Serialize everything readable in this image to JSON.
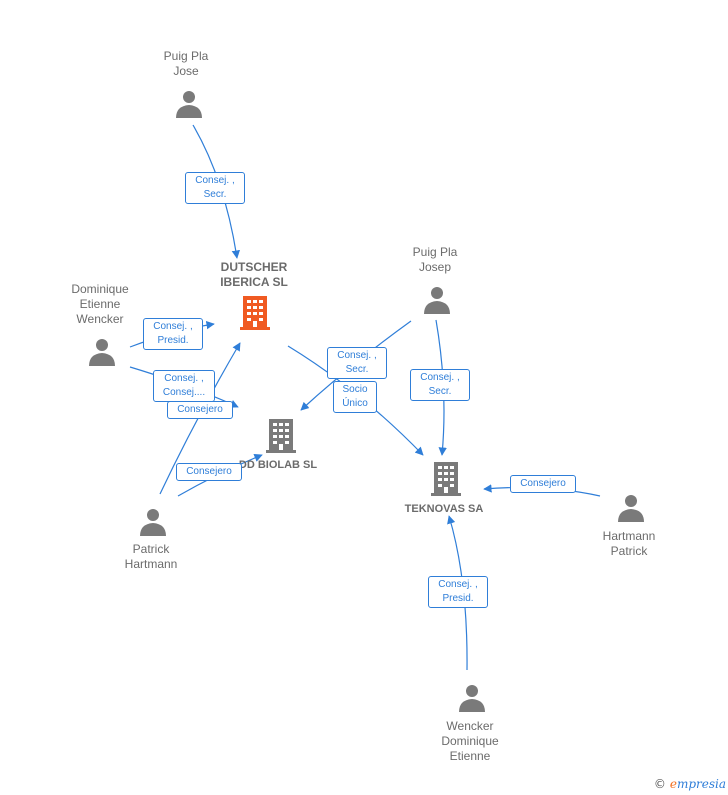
{
  "colors": {
    "edge": "#2f7ed8",
    "person": "#7a7a7a",
    "company": "#7a7a7a",
    "company_highlight": "#f05a22",
    "label_text": "#6b6b6b"
  },
  "people": [
    {
      "id": "p_jose",
      "name": "Puig Pla\nJose"
    },
    {
      "id": "p_dew",
      "name": "Dominique\nEtienne\nWencker"
    },
    {
      "id": "p_josep",
      "name": "Puig Pla\nJosep"
    },
    {
      "id": "p_ph",
      "name": "Patrick\nHartmann"
    },
    {
      "id": "p_hp",
      "name": "Hartmann\nPatrick"
    },
    {
      "id": "p_wde",
      "name": "Wencker\nDominique\nEtienne"
    }
  ],
  "companies": [
    {
      "id": "c_dutscher",
      "name": "DUTSCHER\nIBERICA  SL",
      "highlight": true
    },
    {
      "id": "c_biolab",
      "name": "DD BIOLAB  SL",
      "highlight": false
    },
    {
      "id": "c_teknovas",
      "name": "TEKNOVAS SA",
      "highlight": false
    }
  ],
  "edge_labels": [
    {
      "id": "e1",
      "text": "Consej. ,\nSecr."
    },
    {
      "id": "e2",
      "text": "Consej. ,\nPresid."
    },
    {
      "id": "e3",
      "text": "Consej. ,\nConsej...."
    },
    {
      "id": "e4",
      "text": "Consejero"
    },
    {
      "id": "e5",
      "text": "Consejero"
    },
    {
      "id": "e6",
      "text": "Consej. ,\nSecr."
    },
    {
      "id": "e7",
      "text": "Socio\nÚnico"
    },
    {
      "id": "e8",
      "text": "Consej. ,\nSecr."
    },
    {
      "id": "e9",
      "text": "Consejero"
    },
    {
      "id": "e10",
      "text": "Consej. ,\nPresid."
    }
  ],
  "footer": {
    "copyright": "©",
    "brand_first": "e",
    "brand_rest": "mpresia"
  }
}
